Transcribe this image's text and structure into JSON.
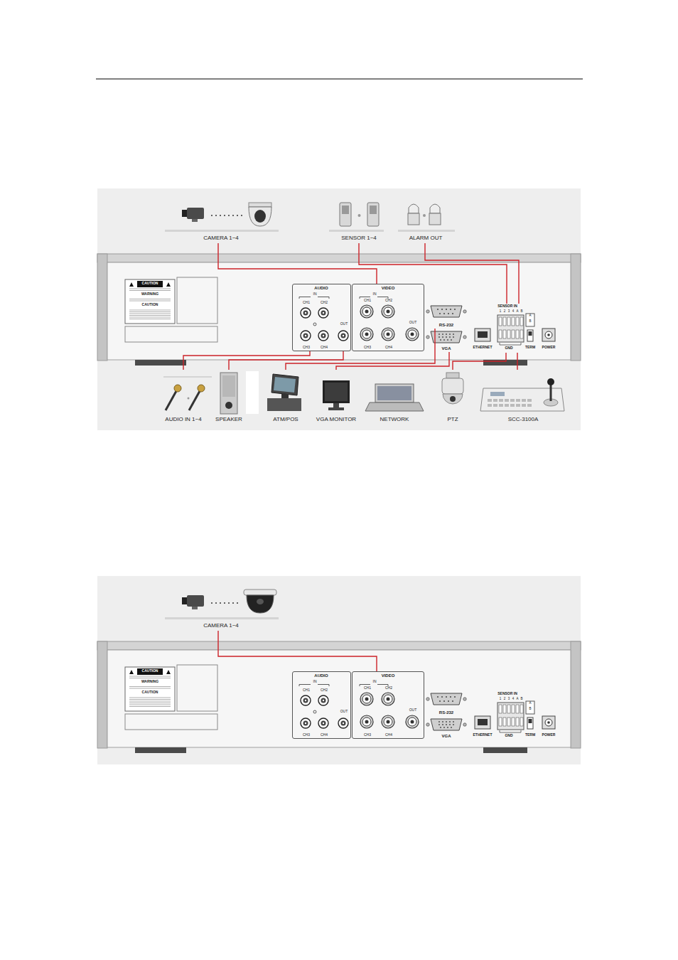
{
  "diagram": {
    "nodes": [
      {
        "text": [
          "CAMERA 1~4"
        ]
      },
      {
        "text": [
          "SENSOR 1~4"
        ]
      },
      {
        "text": [
          "ALARM OUT"
        ]
      },
      {
        "text": [
          "CAUTION",
          "WARNING",
          "CAUTION"
        ]
      },
      {
        "text": [
          "AUDIO",
          "IN",
          "CH1",
          "CH2",
          "CH3",
          "CH4",
          "OUT"
        ]
      },
      {
        "text": [
          "VIDEO",
          "IN",
          "CH1",
          "CH2",
          "CH3",
          "CH4",
          "OUT"
        ]
      },
      {
        "text": [
          "RS-232"
        ]
      },
      {
        "text": [
          "VGA"
        ]
      },
      {
        "text": [
          "SENSOR IN",
          "1",
          "2",
          "3",
          "4",
          "A",
          "B",
          "GND"
        ]
      },
      {
        "text": [
          "AUDIO IN 1~4"
        ]
      },
      {
        "text": [
          "SPEAKER"
        ]
      },
      {
        "text": [
          "ATM/POS"
        ]
      },
      {
        "text": [
          "VGA MONITOR"
        ]
      },
      {
        "text": [
          "NETWORK"
        ]
      },
      {
        "text": [
          "PTZ"
        ]
      },
      {
        "text": [
          "SCC-3100A"
        ]
      },
      {
        "text": [
          "CAMERA 1~4"
        ]
      },
      {
        "text": [
          "CAUTION",
          "WARNING",
          "CAUTION"
        ]
      },
      {
        "text": [
          "AUDIO",
          "IN",
          "CH1",
          "CH2",
          "CH3",
          "CH4",
          "OUT"
        ]
      },
      {
        "text": [
          "VIDEO",
          "IN",
          "CH1",
          "CH2",
          "CH3",
          "CH4",
          "OUT"
        ]
      },
      {
        "text": [
          "RS-232"
        ]
      },
      {
        "text": [
          "VGA"
        ]
      },
      {
        "text": [
          "SENSOR IN",
          "1",
          "2",
          "3",
          "4",
          "A",
          "B",
          "GND"
        ]
      }
    ],
    "edges": [
      {
        "from": 0,
        "to": 5,
        "arrow": "none"
      },
      {
        "from": 1,
        "to": 8,
        "arrow": "none"
      },
      {
        "from": 2,
        "to": 8,
        "arrow": "none"
      },
      {
        "from": 9,
        "to": 4,
        "arrow": "none"
      },
      {
        "from": 10,
        "to": 4,
        "arrow": "none"
      },
      {
        "from": 11,
        "to": 6,
        "arrow": "none"
      },
      {
        "from": 12,
        "to": 7,
        "arrow": "none"
      },
      {
        "from": 14,
        "to": 8,
        "arrow": "none"
      },
      {
        "from": 15,
        "to": 8,
        "arrow": "none"
      },
      {
        "from": 16,
        "to": 19,
        "arrow": "none"
      }
    ],
    "labels": [
      "ETHERNET",
      "TERM",
      "POWER",
      "A",
      "B",
      "ETHERNET",
      "TERM",
      "POWER",
      "A",
      "B"
    ]
  }
}
